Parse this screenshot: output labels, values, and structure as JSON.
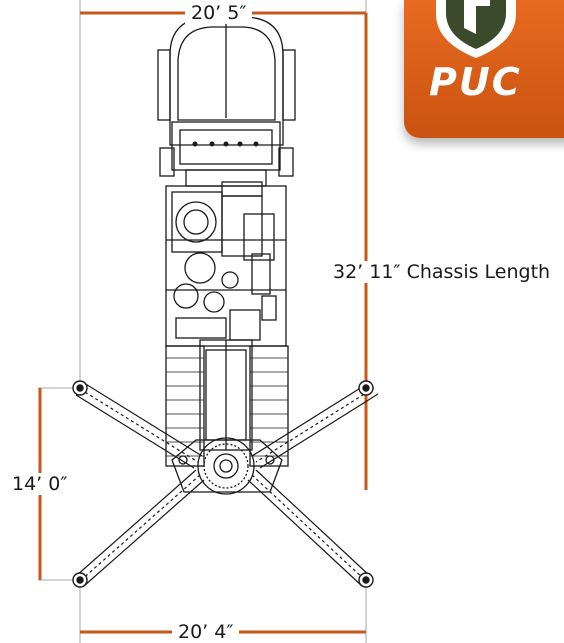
{
  "dimensions": {
    "top_width": "20’ 5″",
    "chassis_length": "32’ 11″ Chassis Length",
    "side_height": "14’ 0″",
    "bottom_width": "20’ 4″"
  },
  "logo": {
    "text": "PUC"
  },
  "colors": {
    "dimension_line": "#c9571b",
    "logo_orange": "#e0621c",
    "logo_shield": "#3b4a2b",
    "drawing_line": "#1a1a1a"
  }
}
